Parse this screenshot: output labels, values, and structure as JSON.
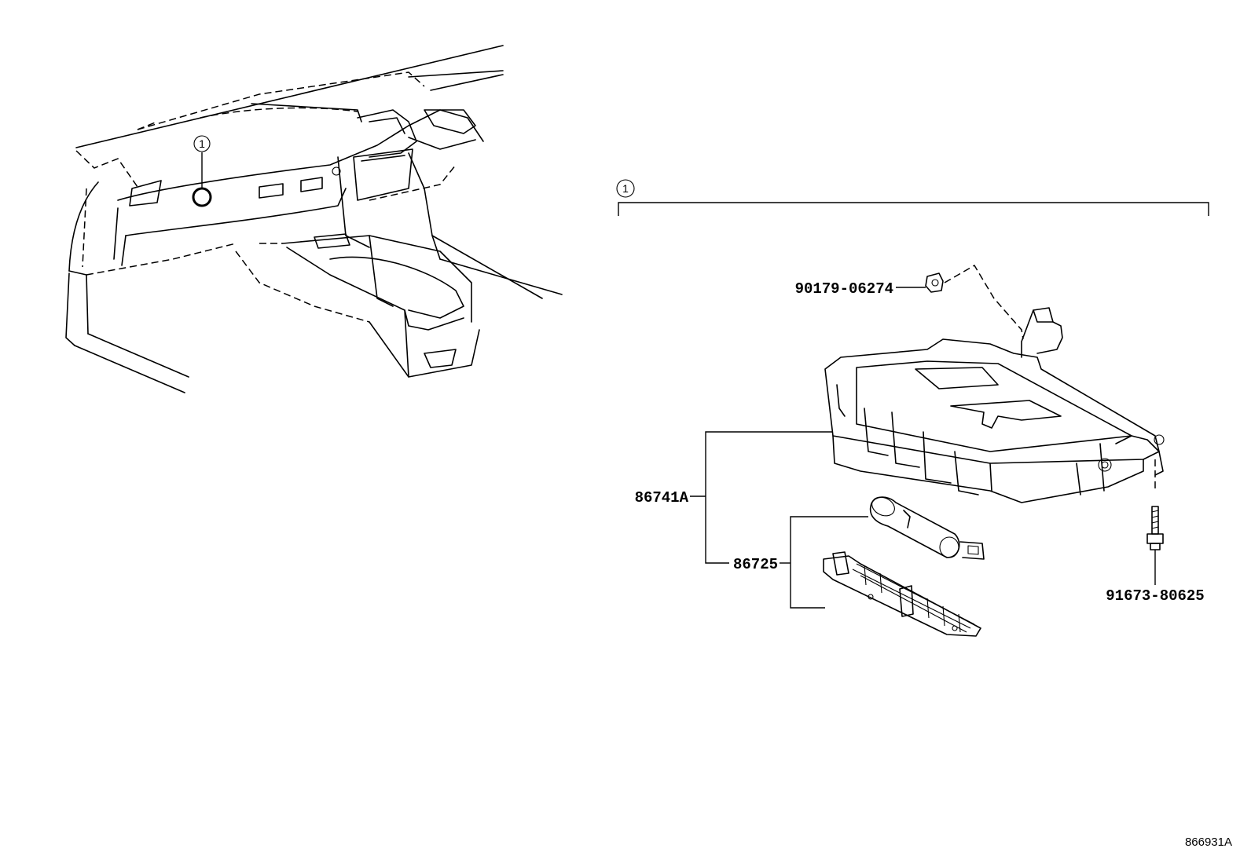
{
  "callouts": {
    "location_marker": "1",
    "group_marker": "1"
  },
  "parts": {
    "clip": "90179-06274",
    "ecu": "86741A",
    "sub_assembly": "86725",
    "bolt": "91673-80625"
  },
  "illustration_ref": "866931A",
  "icons": [
    "location-circle-icon",
    "dashboard-illustration",
    "ecu-module-illustration",
    "clip-icon",
    "bolt-icon",
    "cylinder-part-icon",
    "bracket-part-icon"
  ]
}
